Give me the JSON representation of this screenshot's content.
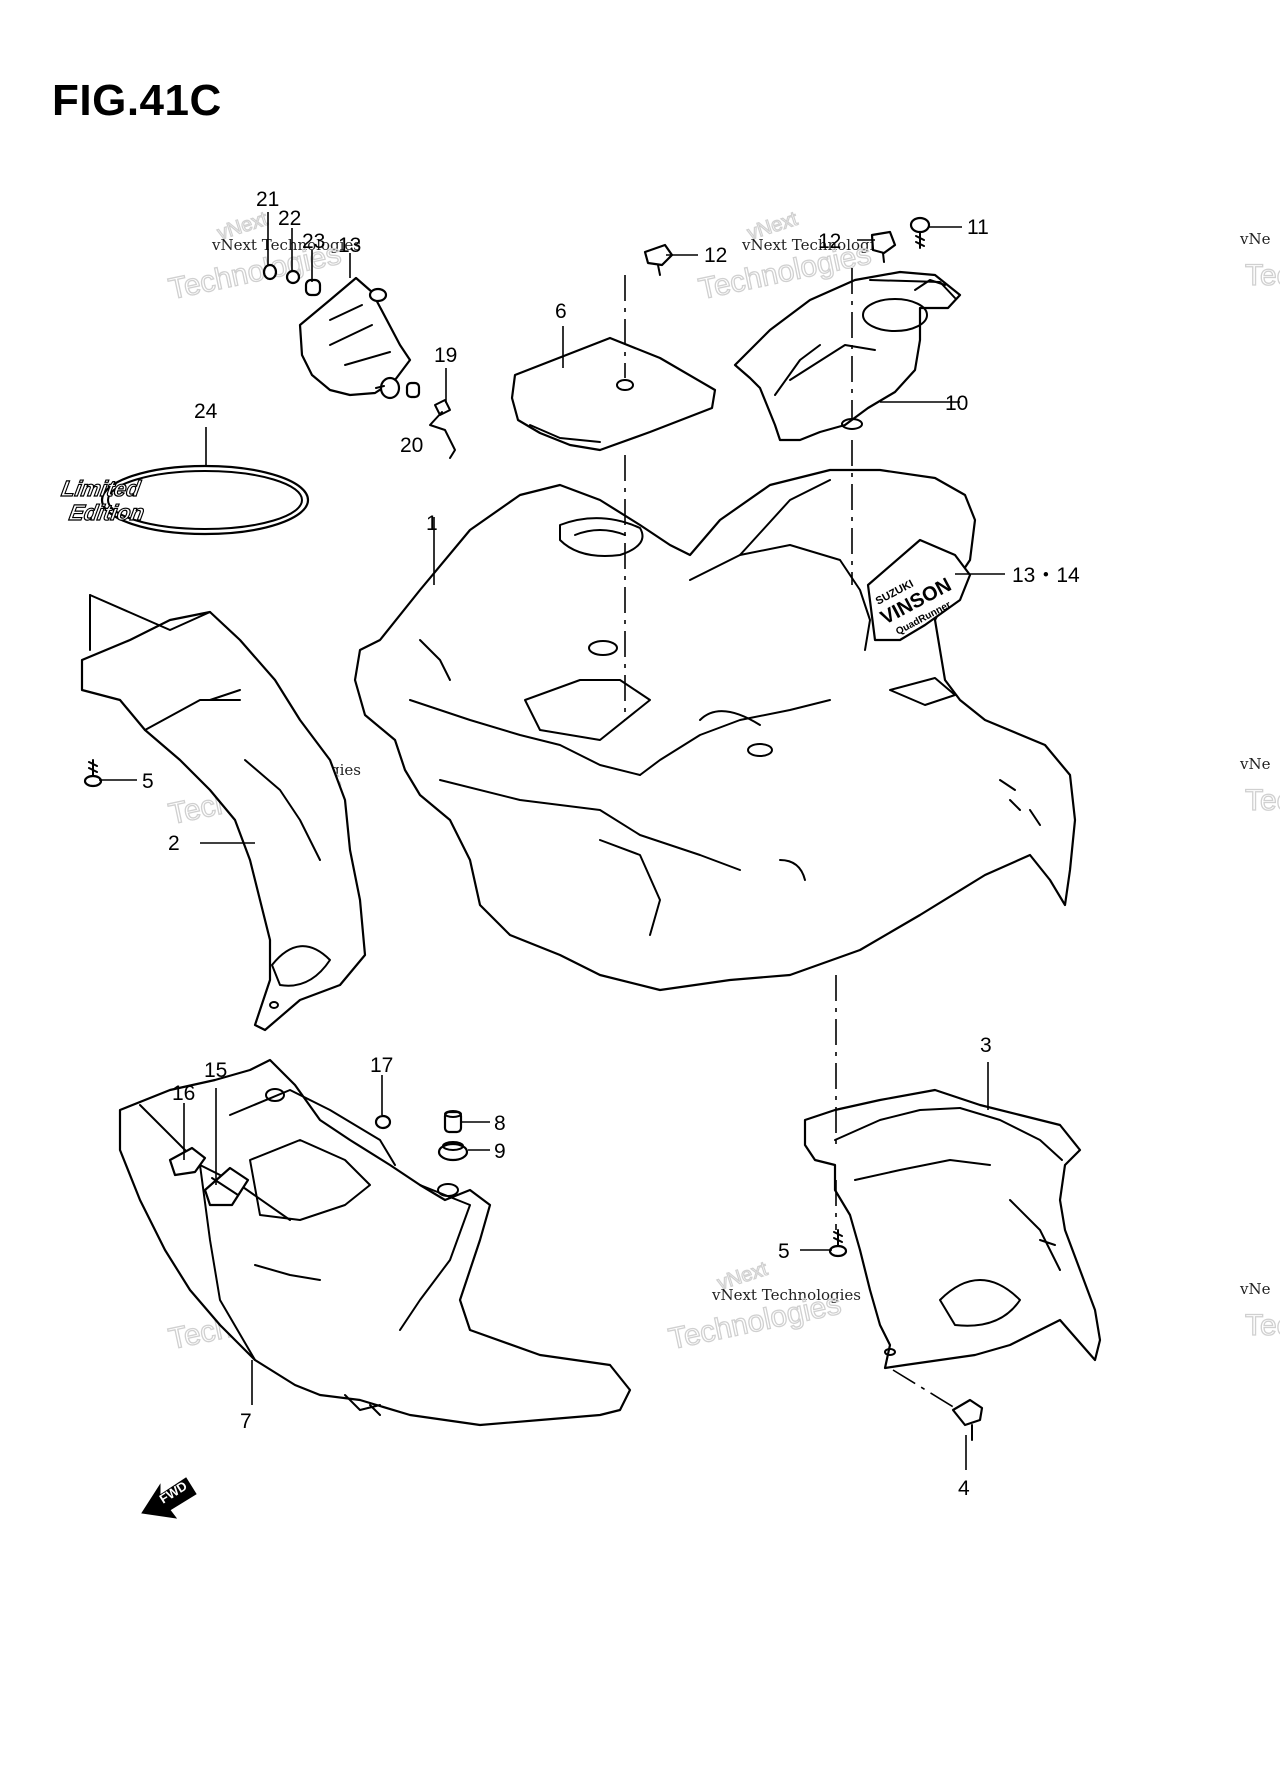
{
  "figure": {
    "title": "FIG.41C"
  },
  "watermark": {
    "line1": "vNext Technologies",
    "line2": "Technologies",
    "line3": "vNext",
    "partial": "vNe",
    "partial2": "Tec"
  },
  "decal": {
    "line1": "Limited",
    "line2": "Edition"
  },
  "emblem": {
    "brand": "SUZUKI",
    "model": "VINSON",
    "sub": "QuadRunner"
  },
  "fwd_label": "FWD",
  "callouts": {
    "c1": "1",
    "c2": "2",
    "c3": "3",
    "c4": "4",
    "c5a": "5",
    "c5b": "5",
    "c6": "6",
    "c7": "7",
    "c8": "8",
    "c9": "9",
    "c10": "10",
    "c11": "11",
    "c12a": "12",
    "c12b": "12",
    "c13": "13",
    "c13_14": "13・14",
    "c15": "15",
    "c16": "16",
    "c17": "17",
    "c19": "19",
    "c20": "20",
    "c21": "21",
    "c22": "22",
    "c23": "23",
    "c24": "24"
  }
}
